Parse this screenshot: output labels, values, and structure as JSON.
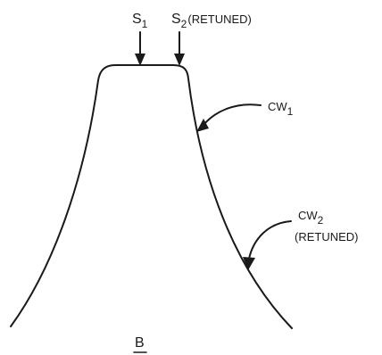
{
  "labels": {
    "s1": {
      "main": "S",
      "sub": "1"
    },
    "s2": {
      "main": "S",
      "sub": "2",
      "suffix": "(RETUNED)"
    },
    "cw1": {
      "main": "CW",
      "sub": "1"
    },
    "cw2": {
      "main": "CW",
      "sub": "2",
      "line2": "(RETUNED)"
    },
    "panel": "B"
  }
}
